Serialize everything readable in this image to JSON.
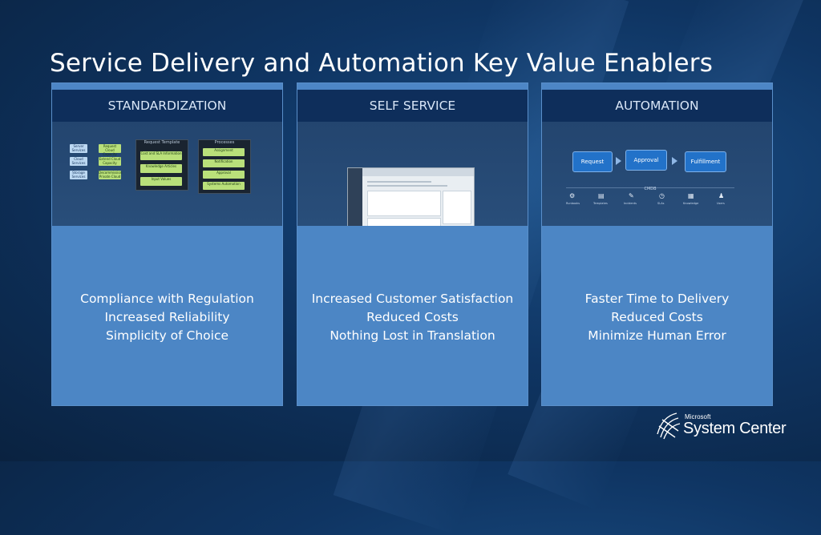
{
  "slide": {
    "title": "Service Delivery and Automation Key Value Enablers"
  },
  "columns": [
    {
      "heading": "STANDARDIZATION",
      "benefits": [
        "Compliance with Regulation",
        "Increased Reliability",
        "Simplicity of Choice"
      ]
    },
    {
      "heading": "SELF SERVICE",
      "benefits": [
        "Increased Customer Satisfaction",
        "Reduced Costs",
        "Nothing Lost in Translation"
      ]
    },
    {
      "heading": "AUTOMATION",
      "benefits": [
        "Faster Time to Delivery",
        "Reduced Costs",
        "Minimize Human Error"
      ]
    }
  ],
  "std_diagram": {
    "left_items": [
      "Server Services",
      "Cloud Services",
      "Storage Services"
    ],
    "mid_items": [
      "Request Cloud Capacity",
      "Extend Cloud Capacity",
      "Decommission Private Cloud"
    ],
    "request_template_title": "Request Template",
    "request_template_items": [
      "Cost and SLA Information",
      "Knowledge Articles",
      "Input Values"
    ],
    "processes_title": "Processes",
    "processes_items": [
      "Assignment",
      "Notification",
      "Approval",
      "Systems Automation"
    ]
  },
  "auto_diagram": {
    "flow": [
      "Request",
      "Approval",
      "Fulfillment"
    ],
    "cmdb_label": "CMDB",
    "icons": [
      {
        "name": "runbooks-icon",
        "glyph": "⚙",
        "label": "Runbooks"
      },
      {
        "name": "templates-icon",
        "glyph": "▤",
        "label": "Templates"
      },
      {
        "name": "incidents-icon",
        "glyph": "✎",
        "label": "Incidents"
      },
      {
        "name": "slas-icon",
        "glyph": "◷",
        "label": "SLAs"
      },
      {
        "name": "kbs-icon",
        "glyph": "▦",
        "label": "Knowledge"
      },
      {
        "name": "users-icon",
        "glyph": "♟",
        "label": "Users"
      }
    ]
  },
  "logo": {
    "brand": "Microsoft",
    "product": "System Center"
  },
  "colors": {
    "background": "#0f3563",
    "column": "#4c86c5",
    "header": "#0e2e5b",
    "flow_box": "#2272c9"
  }
}
